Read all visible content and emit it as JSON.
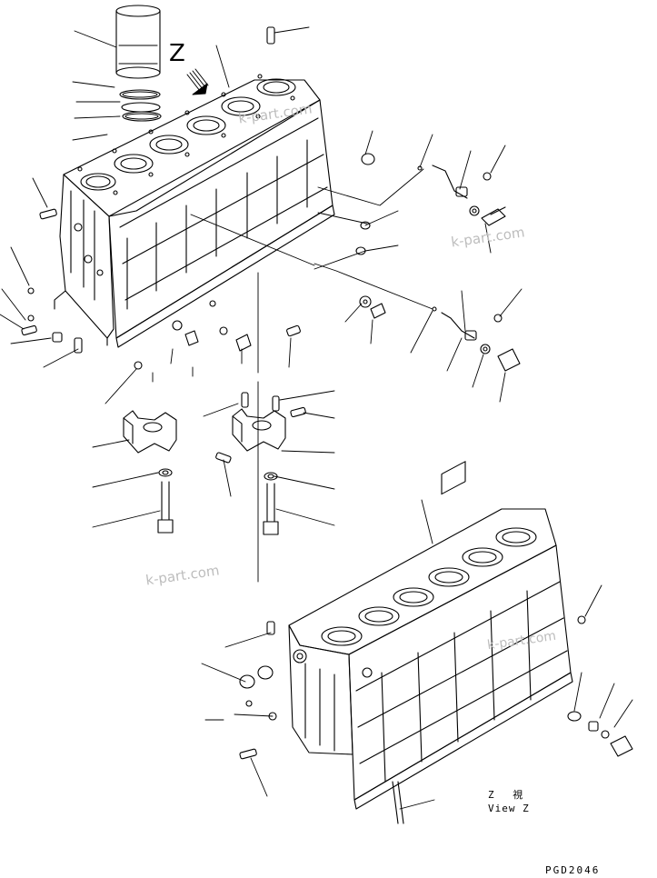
{
  "view_label": "Z",
  "view_caption_jp": "Z　 視",
  "view_caption_en": "View Z",
  "drawing_code": "PGD2046",
  "watermark": "k-part.com",
  "colors": {
    "line": "#000000",
    "watermark": "#bdbdbd",
    "background": "#ffffff"
  }
}
